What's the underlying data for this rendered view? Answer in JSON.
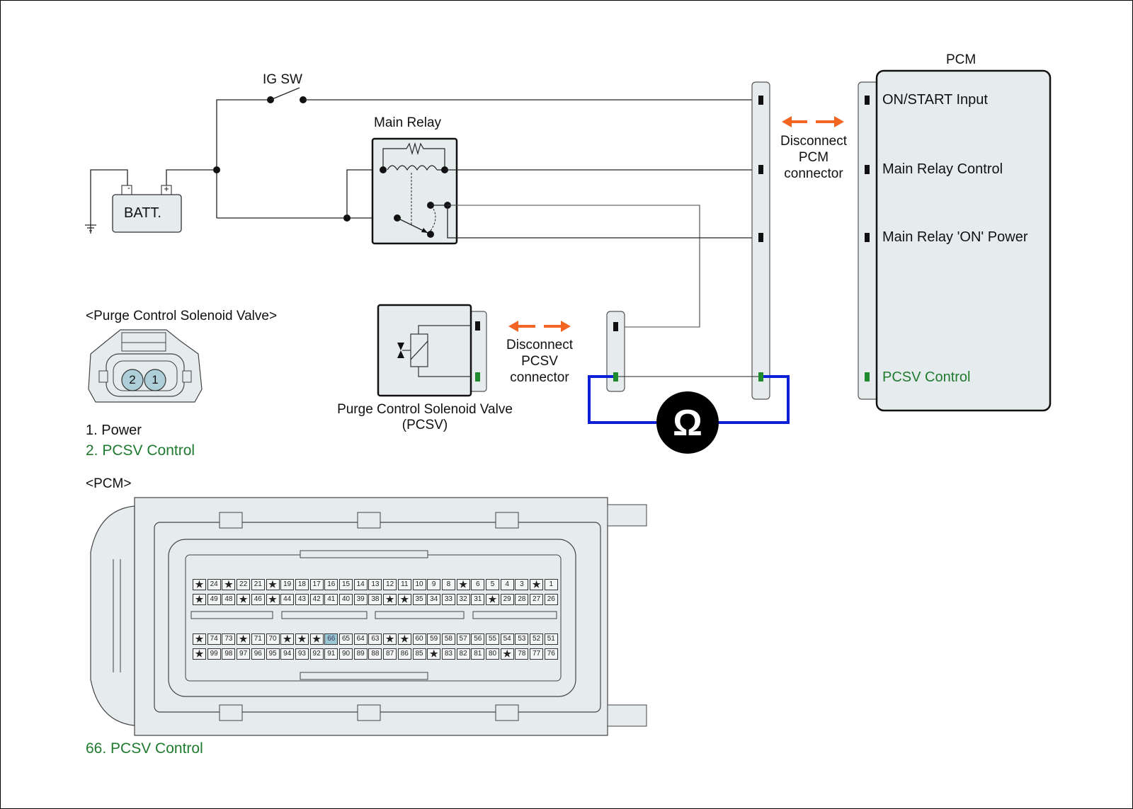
{
  "diagram": {
    "ig_switch_label": "IG SW",
    "battery_label": "BATT.",
    "battery_neg": "-",
    "battery_pos": "+",
    "main_relay_label": "Main Relay",
    "pcm_title": "PCM",
    "pcm_pins": [
      {
        "label": "ON/START Input",
        "color": "#111111"
      },
      {
        "label": "Main Relay Control",
        "color": "#111111"
      },
      {
        "label": "Main Relay 'ON' Power",
        "color": "#111111"
      },
      {
        "label": "PCSV Control",
        "color": "#1f7a2e"
      }
    ],
    "disconnect_pcm": [
      "Disconnect",
      "PCM",
      "connector"
    ],
    "disconnect_pcsv": [
      "Disconnect",
      "PCSV",
      "connector"
    ],
    "pcsv_component_label": [
      "Purge Control Solenoid Valve",
      "(PCSV)"
    ],
    "ohmmeter_symbol": "Ω",
    "colors": {
      "arrow": "#f26522",
      "meter_lead": "#0a1fd6",
      "signal_green": "#1f7a2e",
      "component_fill": "#e6ecee"
    }
  },
  "pcsv_connector": {
    "title": "<Purge Control Solenoid Valve>",
    "pin_numbers": [
      "2",
      "1"
    ],
    "pin_legend": [
      {
        "text": "1. Power",
        "color": "#111111"
      },
      {
        "text": "2. PCSV Control",
        "color": "#1f7a2e"
      }
    ]
  },
  "pcm_connector": {
    "title": "<PCM>",
    "highlighted_pin": "66",
    "rows": [
      [
        "★",
        "24",
        "★",
        "22",
        "21",
        "★",
        "19",
        "18",
        "17",
        "16",
        "15",
        "14",
        "13",
        "12",
        "11",
        "10",
        "9",
        "8",
        "★",
        "6",
        "5",
        "4",
        "3",
        "★",
        "1"
      ],
      [
        "★",
        "49",
        "48",
        "★",
        "46",
        "★",
        "44",
        "43",
        "42",
        "41",
        "40",
        "39",
        "38",
        "★",
        "★",
        "35",
        "34",
        "33",
        "32",
        "31",
        "★",
        "29",
        "28",
        "27",
        "26"
      ],
      [
        "★",
        "74",
        "73",
        "★",
        "71",
        "70",
        "★",
        "★",
        "★",
        "66",
        "65",
        "64",
        "63",
        "★",
        "★",
        "60",
        "59",
        "58",
        "57",
        "56",
        "55",
        "54",
        "53",
        "52",
        "51"
      ],
      [
        "★",
        "99",
        "98",
        "97",
        "96",
        "95",
        "94",
        "93",
        "92",
        "91",
        "90",
        "89",
        "88",
        "87",
        "86",
        "85",
        "★",
        "83",
        "82",
        "81",
        "80",
        "★",
        "78",
        "77",
        "76"
      ]
    ],
    "pin_legend": {
      "text": "66. PCSV Control",
      "color": "#1f7a2e"
    }
  }
}
